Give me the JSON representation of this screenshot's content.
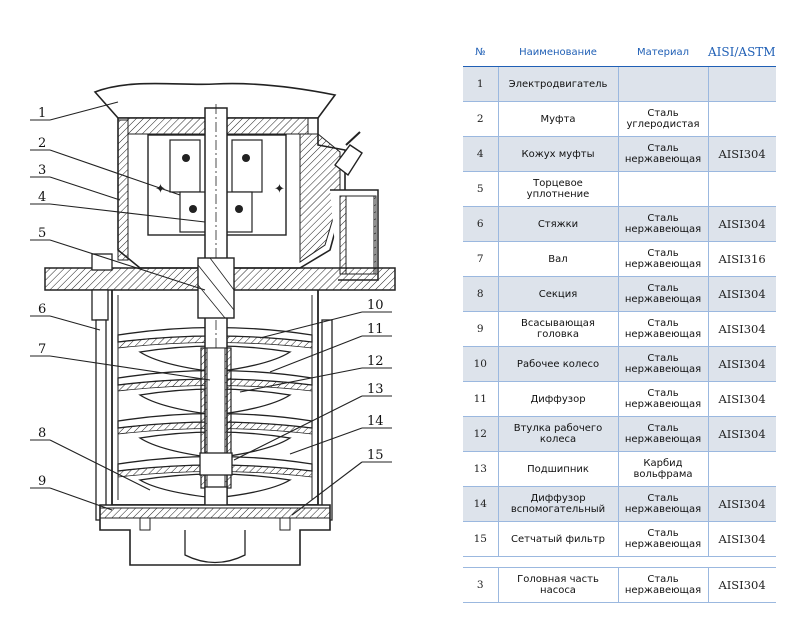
{
  "callouts": [
    "1",
    "2",
    "3",
    "4",
    "5",
    "6",
    "7",
    "8",
    "9",
    "10",
    "11",
    "12",
    "13",
    "14",
    "15"
  ],
  "table": {
    "headers": [
      "№",
      "Наименование",
      "Материал",
      "AISI/ASTM"
    ],
    "rows": [
      {
        "no": "1",
        "name": "Электродвигатель",
        "material": "",
        "astm": ""
      },
      {
        "no": "2",
        "name": "Муфта",
        "material": "Сталь углеродистая",
        "astm": ""
      },
      {
        "no": "4",
        "name": "Кожух муфты",
        "material": "Сталь нержавеющая",
        "astm": "AISI304"
      },
      {
        "no": "5",
        "name": "Торцевое уплотнение",
        "material": "",
        "astm": ""
      },
      {
        "no": "6",
        "name": "Стяжки",
        "material": "Сталь нержавеющая",
        "astm": "AISI304"
      },
      {
        "no": "7",
        "name": "Вал",
        "material": "Сталь нержавеющая",
        "astm": "AISI316"
      },
      {
        "no": "8",
        "name": "Секция",
        "material": "Сталь нержавеющая",
        "astm": "AISI304"
      },
      {
        "no": "9",
        "name": "Всасывающая головка",
        "material": "Сталь нержавеющая",
        "astm": "AISI304"
      },
      {
        "no": "10",
        "name": "Рабочее колесо",
        "material": "Сталь нержавеющая",
        "astm": "AISI304"
      },
      {
        "no": "11",
        "name": "Диффузор",
        "material": "Сталь нержавеющая",
        "astm": "AISI304"
      },
      {
        "no": "12",
        "name": "Втулка рабочего колеса",
        "material": "Сталь нержавеющая",
        "astm": "AISI304"
      },
      {
        "no": "13",
        "name": "Подшипник",
        "material": "Карбид вольфрама",
        "astm": ""
      },
      {
        "no": "14",
        "name": "Диффузор вспомогательный",
        "material": "Сталь нержавеющая",
        "astm": "AISI304"
      },
      {
        "no": "15",
        "name": "Сетчатый фильтр",
        "material": "Сталь нержавеющая",
        "astm": "AISI304"
      },
      {
        "no": "3",
        "name": "Головная часть насоса",
        "material": "Сталь нержавеющая",
        "astm": "AISI304"
      }
    ]
  }
}
